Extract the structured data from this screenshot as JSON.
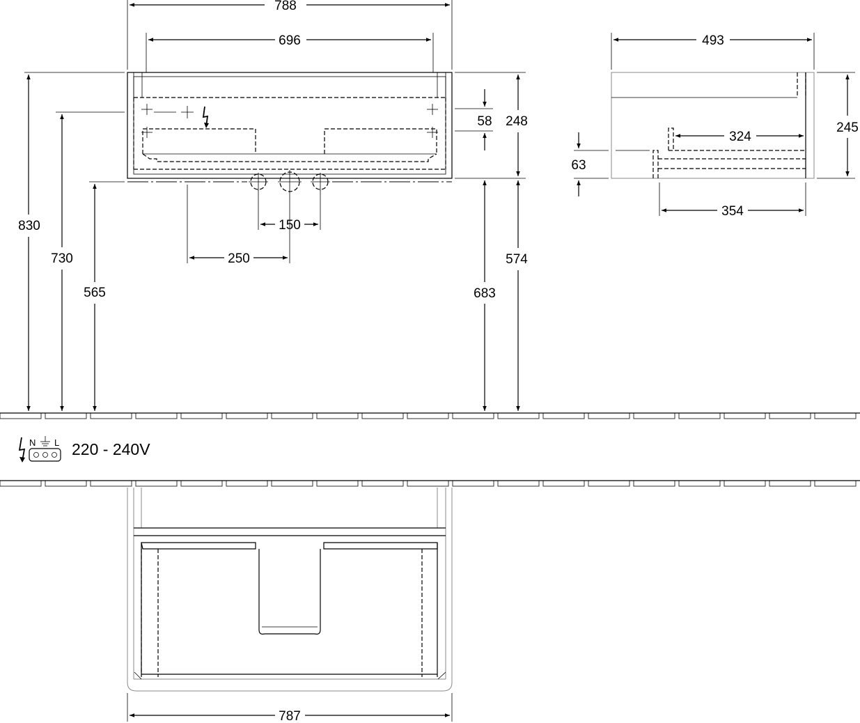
{
  "dimensions": {
    "front_width_overall": "788",
    "front_width_inner": "696",
    "front_height_overall": "830",
    "front_height_730": "730",
    "front_height_565": "565",
    "front_depth_248": "248",
    "front_58": "58",
    "front_574": "574",
    "front_683": "683",
    "front_150": "150",
    "front_250": "250",
    "side_width_493": "493",
    "side_height_245": "245",
    "side_324": "324",
    "side_63": "63",
    "side_354": "354",
    "top_width_787": "787"
  },
  "electrical": {
    "voltage": "220 - 240V",
    "terminal_labels": [
      "N",
      "L"
    ]
  }
}
